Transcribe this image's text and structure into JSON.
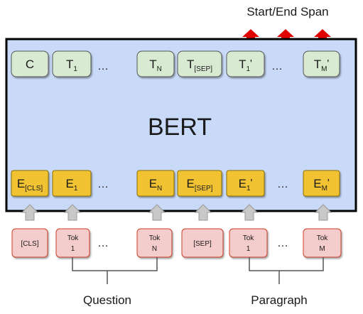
{
  "top_label": "Start/End Span",
  "model_label": "BERT",
  "ellipsis": "…",
  "colors": {
    "model_fill": "#c9daf8",
    "model_border": "#000000",
    "output_fill": "#d9ead3",
    "embedding_fill": "#f1c232",
    "token_fill": "#f4cccc",
    "token_border": "#cc4125",
    "arrow_up_red": "#e00000",
    "arrow_gray": "#c8c8c8",
    "bracket": "#555555"
  },
  "outputs": [
    {
      "main": "C",
      "sub": "",
      "prime": ""
    },
    {
      "main": "T",
      "sub": "1",
      "prime": ""
    },
    {
      "main": "T",
      "sub": "N",
      "prime": ""
    },
    {
      "main": "T",
      "sub": "[SEP]",
      "prime": ""
    },
    {
      "main": "T",
      "sub": "1",
      "prime": "'"
    },
    {
      "main": "T",
      "sub": "M",
      "prime": "'"
    }
  ],
  "embeddings": [
    {
      "main": "E",
      "sub": "[CLS]",
      "prime": ""
    },
    {
      "main": "E",
      "sub": "1",
      "prime": ""
    },
    {
      "main": "E",
      "sub": "N",
      "prime": ""
    },
    {
      "main": "E",
      "sub": "[SEP]",
      "prime": ""
    },
    {
      "main": "E",
      "sub": "1",
      "prime": "'"
    },
    {
      "main": "E",
      "sub": "M",
      "prime": "'"
    }
  ],
  "tokens": [
    {
      "line1": "[CLS]",
      "line2": ""
    },
    {
      "line1": "Tok",
      "line2": "1"
    },
    {
      "line1": "Tok",
      "line2": "N"
    },
    {
      "line1": "[SEP]",
      "line2": ""
    },
    {
      "line1": "Tok",
      "line2": "1"
    },
    {
      "line1": "Tok",
      "line2": "M"
    }
  ],
  "group_labels": {
    "question": "Question",
    "paragraph": "Paragraph"
  }
}
